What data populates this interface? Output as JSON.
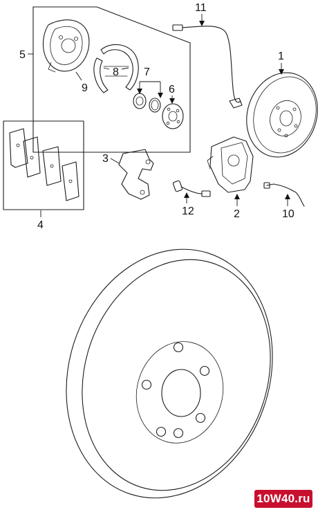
{
  "callouts": {
    "c1": "1",
    "c2": "2",
    "c3": "3",
    "c4": "4",
    "c5": "5",
    "c6": "6",
    "c7": "7",
    "c8": "8",
    "c9": "9",
    "c10": "10",
    "c11": "11",
    "c12": "12"
  },
  "watermark": {
    "text": "10W40.ru",
    "bg": "#c8102e"
  },
  "colors": {
    "line": "#1a1a1a",
    "background": "#ffffff"
  }
}
